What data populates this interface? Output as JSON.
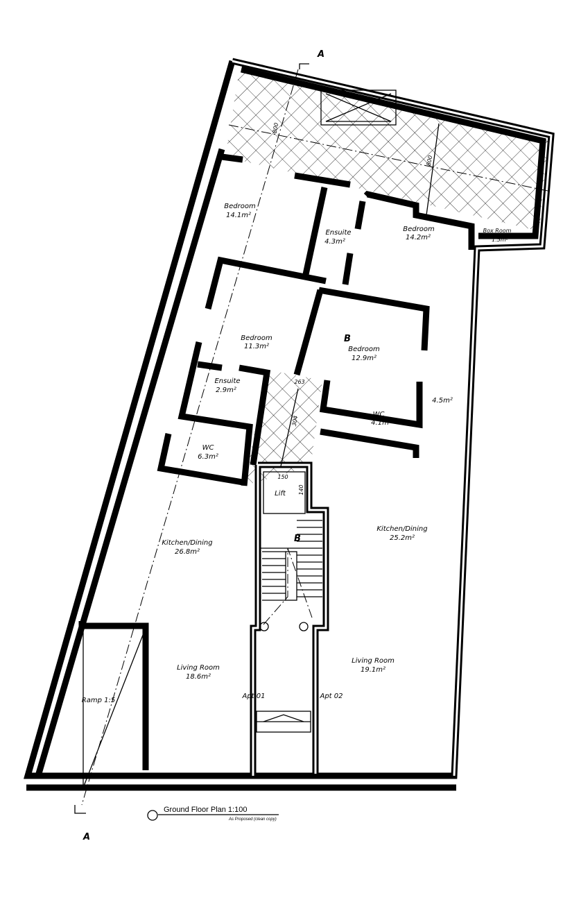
{
  "title": "Ground Floor Plan 1:100",
  "subtitle": "As Proposed (clean copy)",
  "section_markers": {
    "top": "A",
    "bottom": "A",
    "b_top": "B",
    "b_stair": "B"
  },
  "dimensions": {
    "left_terrace": "800",
    "right_terrace": "800",
    "shaft_height": "304",
    "shaft_width": "263",
    "lift_width": "150",
    "lift_depth": "140"
  },
  "rooms": {
    "bedroom_1": {
      "name": "Bedroom",
      "area": "14.1m²"
    },
    "ensuite_1": {
      "name": "Ensuite",
      "area": "4.3m²"
    },
    "bedroom_2": {
      "name": "Bedroom",
      "area": "14.2m²"
    },
    "box_room": {
      "name": "Box Room",
      "area": "1.5m²"
    },
    "bedroom_3": {
      "name": "Bedroom",
      "area": "11.3m²"
    },
    "bedroom_4": {
      "name": "Bedroom",
      "area": "12.9m²"
    },
    "ensuite_2": {
      "name": "Ensuite",
      "area": "2.9m²"
    },
    "wc_1": {
      "name": "WC",
      "area": "4.1m²"
    },
    "corridor": {
      "area": "4.5m²"
    },
    "wc_2": {
      "name": "WC",
      "area": "6.3m²"
    },
    "lift": {
      "name": "Lift"
    },
    "kitchen_1": {
      "name": "Kitchen/Dining",
      "area": "26.8m²"
    },
    "kitchen_2": {
      "name": "Kitchen/Dining",
      "area": "25.2m²"
    },
    "living_1": {
      "name": "Living Room",
      "area": "18.6m²"
    },
    "living_2": {
      "name": "Living Room",
      "area": "19.1m²"
    },
    "apt_1": {
      "name": "Apt 01"
    },
    "apt_2": {
      "name": "Apt 02"
    },
    "ramp": {
      "name": "Ramp 1:5"
    }
  }
}
